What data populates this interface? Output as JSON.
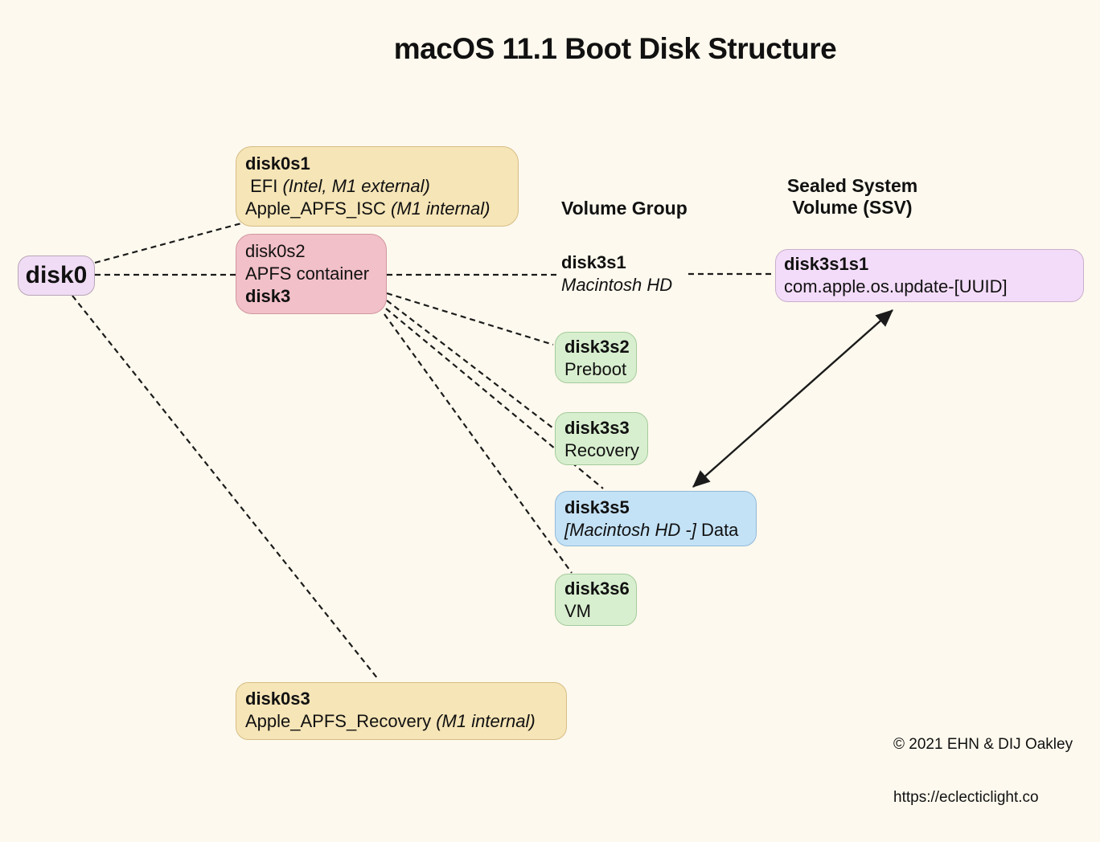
{
  "title": "macOS 11.1 Boot Disk Structure",
  "headers": {
    "volume_group": "Volume Group",
    "ssv_line1": "Sealed System",
    "ssv_line2": "Volume (SSV)"
  },
  "nodes": {
    "disk0": {
      "name": "disk0"
    },
    "disk0s1": {
      "name": "disk0s1",
      "line2_text": " EFI ",
      "line2_italic": "(Intel, M1 external)",
      "line3_text": "Apple_APFS_ISC ",
      "line3_italic": "(M1 internal)"
    },
    "disk0s2": {
      "line1": "disk0s2",
      "line2": "APFS container",
      "line3": "disk3"
    },
    "disk3s1": {
      "name": "disk3s1",
      "volume": "Macintosh HD"
    },
    "disk3s1s1": {
      "name": "disk3s1s1",
      "desc": "com.apple.os.update-[UUID]"
    },
    "disk3s2": {
      "name": "disk3s2",
      "desc": "Preboot"
    },
    "disk3s3": {
      "name": "disk3s3",
      "desc": "Recovery"
    },
    "disk3s5": {
      "name": "disk3s5",
      "desc_italic": "[Macintosh HD -]",
      "desc_text": " Data"
    },
    "disk3s6": {
      "name": "disk3s6",
      "desc": "VM"
    },
    "disk0s3": {
      "name": "disk0s3",
      "desc_text": "Apple_APFS_Recovery ",
      "desc_italic": "(M1 internal)"
    }
  },
  "footer": {
    "copyright": "© 2021 EHN & DIJ Oakley",
    "url": "https://eclecticlight.co"
  },
  "colors": {
    "background": "#fdf9ee",
    "physical_disk_fill": "#f0dcf4",
    "ssv_fill": "#f3dcf9",
    "firmware_partition_fill": "#f6e5b7",
    "apfs_container_fill": "#f2c0c8",
    "system_volume_fill": "#d8efcf",
    "data_volume_fill": "#c4e2f6",
    "connector_line": "#1b1b1b"
  }
}
